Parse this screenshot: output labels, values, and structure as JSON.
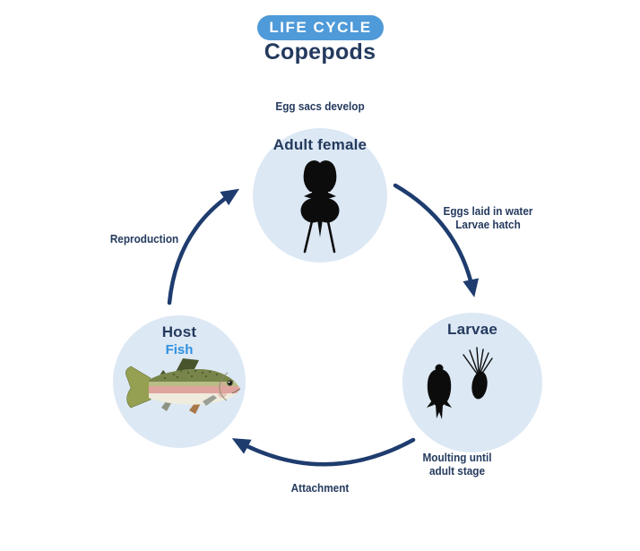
{
  "header": {
    "badge_label": "LIFE CYCLE",
    "title": "Copepods"
  },
  "nodes": {
    "adult_female": {
      "label": "Adult female",
      "icon": "adult-copepod-with-egg-sacs-silhouette"
    },
    "larvae": {
      "label": "Larvae",
      "icon": "copepod-larvae-silhouettes"
    },
    "host": {
      "label": "Host",
      "sublabel": "Fish",
      "icon": "rainbow-trout-illustration"
    }
  },
  "annotations": {
    "egg_sacs": "Egg sacs develop",
    "eggs_laid_line1": "Eggs laid in water",
    "eggs_laid_line2": "Larvae hatch",
    "reproduction": "Reproduction",
    "attachment": "Attachment",
    "moulting_line1": "Moulting until",
    "moulting_line2": "adult stage"
  },
  "colors": {
    "badge_background": "#4f9ad8",
    "heading_navy": "#243a5e",
    "arrow_navy": "#1e3c6e",
    "circle_fill": "#dce8f4",
    "fish_label_blue": "#2e8fe0",
    "background": "#ffffff",
    "silhouette_black": "#0c0c0c"
  }
}
